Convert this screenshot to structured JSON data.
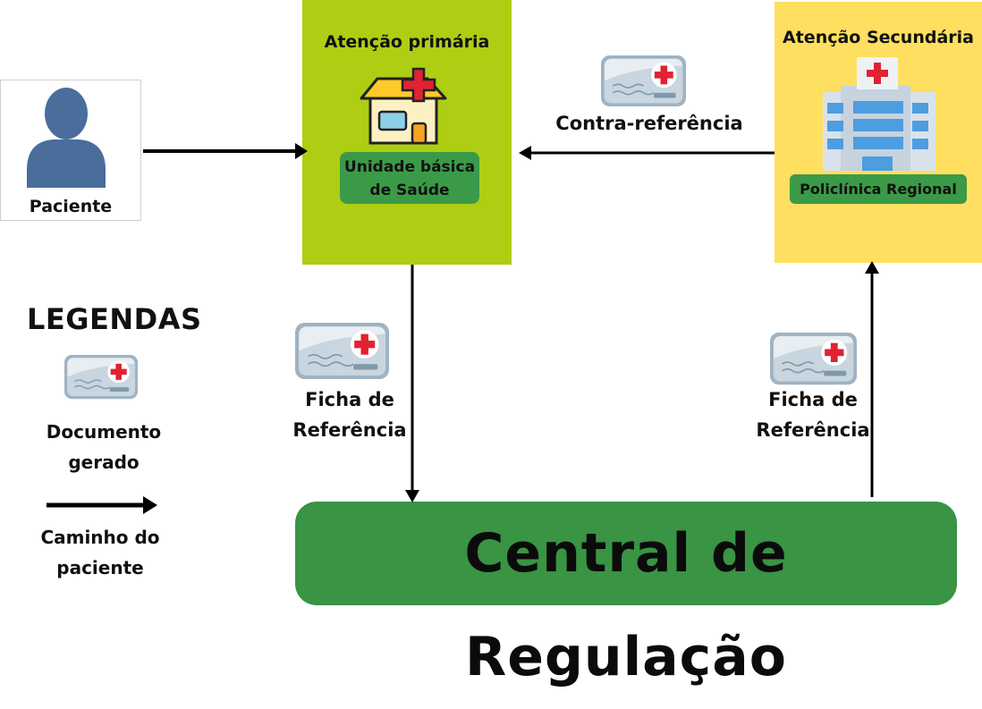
{
  "patient": {
    "label": "Paciente"
  },
  "primary_care": {
    "title": "Atenção primária",
    "unit_line1": "Unidade básica",
    "unit_line2": "de Saúde"
  },
  "secondary_care": {
    "title": "Atenção Secundária",
    "unit": "Policlínica Regional"
  },
  "flows": {
    "counter_referral": "Contra-referência",
    "referral_left_line1": "Ficha de",
    "referral_left_line2": "Referência",
    "referral_right_line1": "Ficha de",
    "referral_right_line2": "Referência"
  },
  "central": {
    "label": "Central de Regulação"
  },
  "legend": {
    "title": "LEGENDAS",
    "document_line1": "Documento",
    "document_line2": "gerado",
    "path_line1": "Caminho do",
    "path_line2": "paciente"
  },
  "colors": {
    "primary_bg": "#aece13",
    "secondary_bg": "#ffdf5f",
    "green_pill": "#3b9a48",
    "central_bg": "#399444",
    "arrow": "#000000",
    "document_card": "#9fb3c4",
    "cross": "#e02232"
  },
  "icons": {
    "patient": "person-icon",
    "primary_unit": "clinic-house-icon",
    "secondary_unit": "hospital-building-icon",
    "document": "health-card-icon",
    "path": "arrow-right-icon"
  }
}
